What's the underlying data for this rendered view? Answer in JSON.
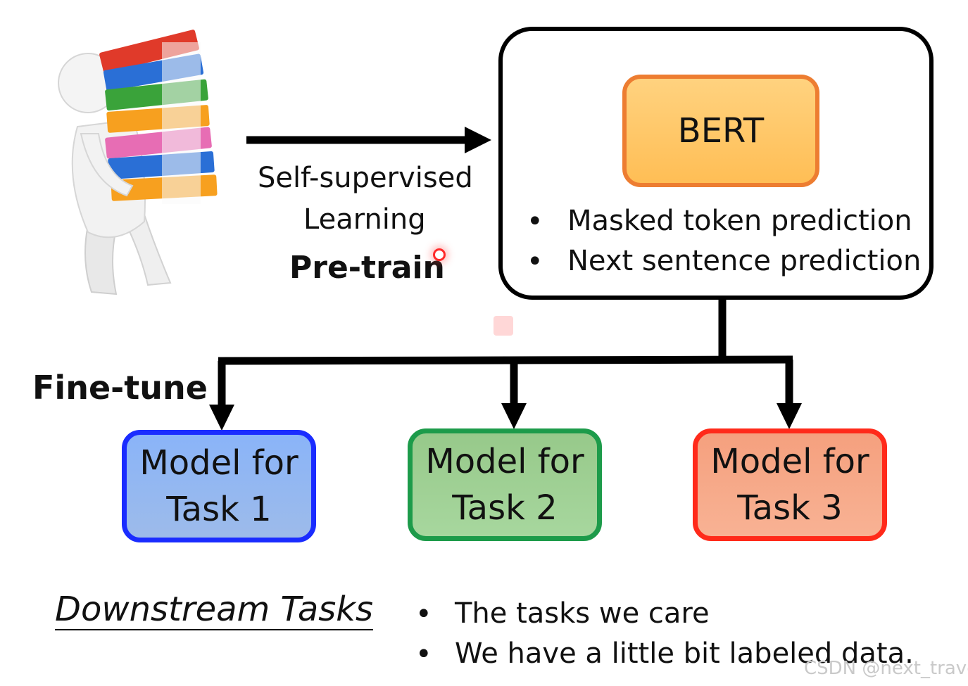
{
  "pretrain": {
    "line1": "Self-supervised",
    "line2": "Learning",
    "label": "Pre-train"
  },
  "bert": {
    "title": "BERT",
    "bullets": [
      "Masked token prediction",
      "Next sentence prediction"
    ]
  },
  "finetune": {
    "label": "Fine-tune"
  },
  "tasks": [
    {
      "line1": "Model for",
      "line2": "Task 1"
    },
    {
      "line1": "Model for",
      "line2": "Task 2"
    },
    {
      "line1": "Model for",
      "line2": "Task 3"
    }
  ],
  "downstream": {
    "title": "Downstream Tasks",
    "bullets": [
      "The tasks we care",
      "We have a little bit labeled data."
    ]
  },
  "watermark": "CSDN @next_travel",
  "icons": {
    "figure": "person-carrying-binders-icon",
    "pointer": "laser-pointer-icon",
    "zoom": "zoom-icon"
  },
  "colors": {
    "bert_border": "#ED7D31",
    "bert_fill": "#FFC766",
    "task1_border": "#1a2cff",
    "task2_border": "#1D9B4A",
    "task3_border": "#FF2A1A"
  }
}
